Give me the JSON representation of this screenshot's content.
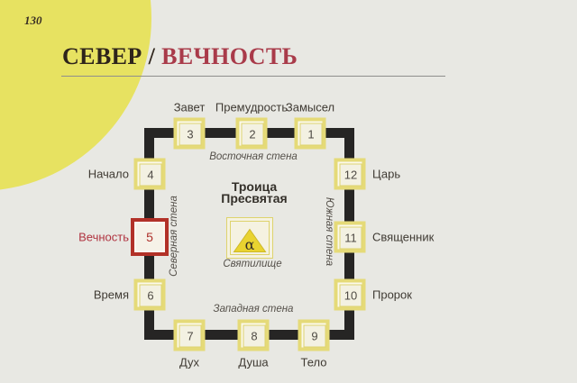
{
  "page": {
    "number": "130"
  },
  "header": {
    "title_primary": "СЕВЕР",
    "title_separator": " / ",
    "title_secondary": "ВЕЧНОСТЬ"
  },
  "diagram": {
    "center": {
      "line1": "Троица",
      "line2": "Пресвятая",
      "symbol": "α",
      "caption": "Святилище"
    },
    "walls": {
      "east": "Восточная стена",
      "north": "Северная стена",
      "south": "Южная стена",
      "west": "Западная стена"
    },
    "stations": [
      {
        "num": "1",
        "label": "Замысел",
        "wall": "east",
        "highlighted": false
      },
      {
        "num": "2",
        "label": "Премудрость",
        "wall": "east",
        "highlighted": false
      },
      {
        "num": "3",
        "label": "Завет",
        "wall": "east",
        "highlighted": false
      },
      {
        "num": "4",
        "label": "Начало",
        "wall": "north",
        "highlighted": false
      },
      {
        "num": "5",
        "label": "Вечность",
        "wall": "north",
        "highlighted": true
      },
      {
        "num": "6",
        "label": "Время",
        "wall": "north",
        "highlighted": false
      },
      {
        "num": "7",
        "label": "Дух",
        "wall": "west",
        "highlighted": false
      },
      {
        "num": "8",
        "label": "Душа",
        "wall": "west",
        "highlighted": false
      },
      {
        "num": "9",
        "label": "Тело",
        "wall": "west",
        "highlighted": false
      },
      {
        "num": "10",
        "label": "Пророк",
        "wall": "south",
        "highlighted": false
      },
      {
        "num": "11",
        "label": "Священник",
        "wall": "south",
        "highlighted": false
      },
      {
        "num": "12",
        "label": "Царь",
        "wall": "south",
        "highlighted": false
      }
    ],
    "colors": {
      "background": "#e8e8e3",
      "accent_circle": "#e7e261",
      "wall": "#262524",
      "box_border": "#e5da78",
      "box_fill": "#f3f1e2",
      "highlight_border": "#b23128",
      "highlight_text": "#b03340",
      "triangle": "#e9d330",
      "title_primary_color": "#2e241b",
      "title_secondary_color": "#a93b4a"
    }
  }
}
